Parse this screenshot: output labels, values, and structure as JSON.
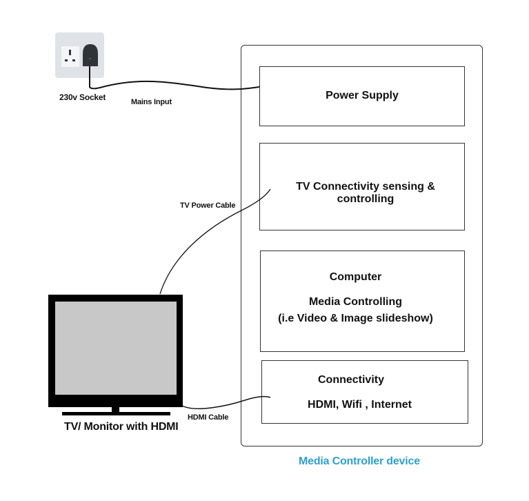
{
  "socket": {
    "label": "230v Socket",
    "icon": "uk-plug-socket-icon"
  },
  "cables": {
    "mains": "Mains Input",
    "tv_power": "TV Power Cable",
    "hdmi": "HDMI Cable"
  },
  "device": {
    "title": "Media Controller device",
    "title_color": "#2e9fd0",
    "blocks": [
      {
        "id": "power-supply",
        "lines": [
          "Power Supply"
        ]
      },
      {
        "id": "tv-connectivity",
        "lines": [
          "TV Connectivity sensing & controlling"
        ]
      },
      {
        "id": "computer",
        "lines": [
          "Computer",
          "Media Controlling",
          "(i.e Video & Image slideshow)"
        ]
      },
      {
        "id": "connectivity",
        "lines": [
          "Connectivity",
          "HDMI, Wifi , Internet"
        ]
      }
    ]
  },
  "tv": {
    "label": "TV/ Monitor with HDMI",
    "screen_color": "#c8c8c8",
    "bezel_color": "#000000"
  }
}
